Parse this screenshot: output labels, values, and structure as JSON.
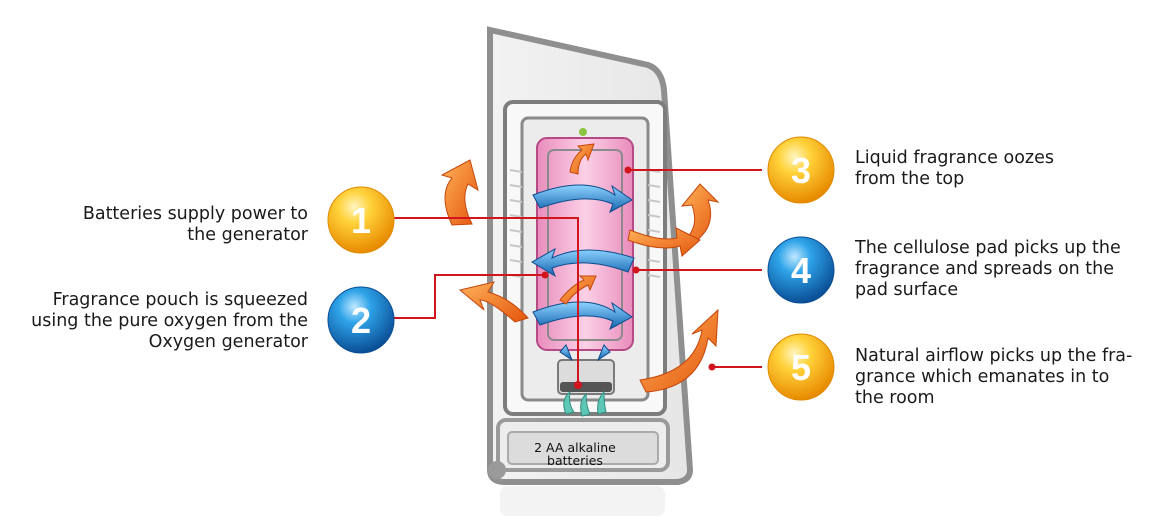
{
  "colors": {
    "connector_line": "#d2141d",
    "badge_orange": "#f5a300",
    "badge_blue": "#0f6fb8",
    "pouch_pink": "#f3a6cf",
    "arrow_blue": "#1f8fd6",
    "arrow_orange": "#ee6a13",
    "housing_gray": "#9a9a9a"
  },
  "steps": [
    {
      "number": "1",
      "color": "orange",
      "lines": [
        "Batteries supply power to",
        "the generator"
      ]
    },
    {
      "number": "2",
      "color": "blue",
      "lines": [
        "Fragrance pouch is squeezed",
        "using the pure oxygen from the",
        "Oxygen generator"
      ]
    },
    {
      "number": "3",
      "color": "orange",
      "lines": [
        "Liquid fragrance oozes",
        "from the top"
      ]
    },
    {
      "number": "4",
      "color": "blue",
      "lines": [
        "The cellulose pad picks up the",
        "fragrance and spreads on the",
        "pad surface"
      ]
    },
    {
      "number": "5",
      "color": "orange",
      "lines": [
        "Natural airflow picks up the fra-",
        "grance which emanates in to",
        "the room"
      ]
    }
  ],
  "battery_label": [
    "2 AA alkaline",
    "batteries"
  ]
}
